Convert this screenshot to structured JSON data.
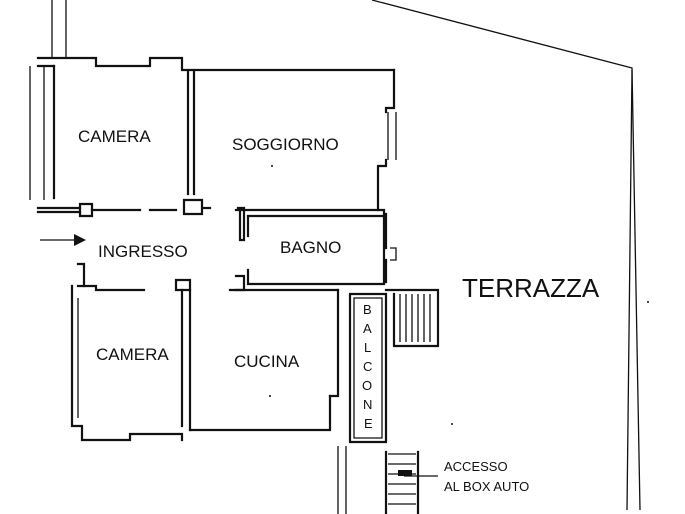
{
  "rooms": {
    "camera_top": "CAMERA",
    "soggiorno": "SOGGIORNO",
    "ingresso": "INGRESSO",
    "bagno": "BAGNO",
    "camera_bottom": "CAMERA",
    "cucina": "CUCINA",
    "terrazza": "TERRAZZA"
  },
  "balcone": [
    "B",
    "A",
    "L",
    "C",
    "O",
    "N",
    "E"
  ],
  "accesso": {
    "line1": "ACCESSO",
    "line2": "AL BOX AUTO"
  }
}
